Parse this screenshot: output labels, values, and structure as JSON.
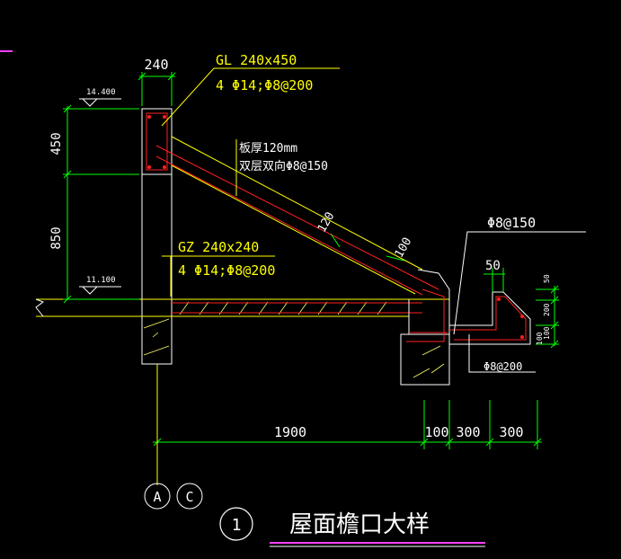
{
  "labels": {
    "top_width": "240",
    "gl_title": "GL 240x450",
    "gl_rebar": "4 Φ14;Φ8@200",
    "slab_line1": "板厚120mm",
    "slab_line2": "双层双向Φ8@150",
    "dim_120": "120",
    "dim_100_slope": "100",
    "gz_title": "GZ 240x240",
    "gz_rebar": "4 Φ14;Φ8@200",
    "elev_top": "14.400",
    "elev_bottom": "11.100",
    "dim_450": "450",
    "dim_850": "850",
    "rebar_150": "Φ8@150",
    "dim_50": "50",
    "rebar_200": "Φ8@200",
    "dim_r50": "50",
    "dim_r200": "200",
    "dim_r100a": "100",
    "dim_r100b": "100",
    "dim_1900": "1900",
    "dim_100": "100",
    "dim_300a": "300",
    "dim_300b": "300",
    "axis_a": "A",
    "axis_c": "C",
    "detail_no": "1",
    "detail_title": "屋面檐口大样"
  },
  "colors": {
    "line": "#ffff00",
    "rebar": "#ff2020",
    "dim": "#00ff00",
    "white": "#ffffff",
    "hatch": "#ffff66",
    "magenta": "#ff40ff"
  }
}
